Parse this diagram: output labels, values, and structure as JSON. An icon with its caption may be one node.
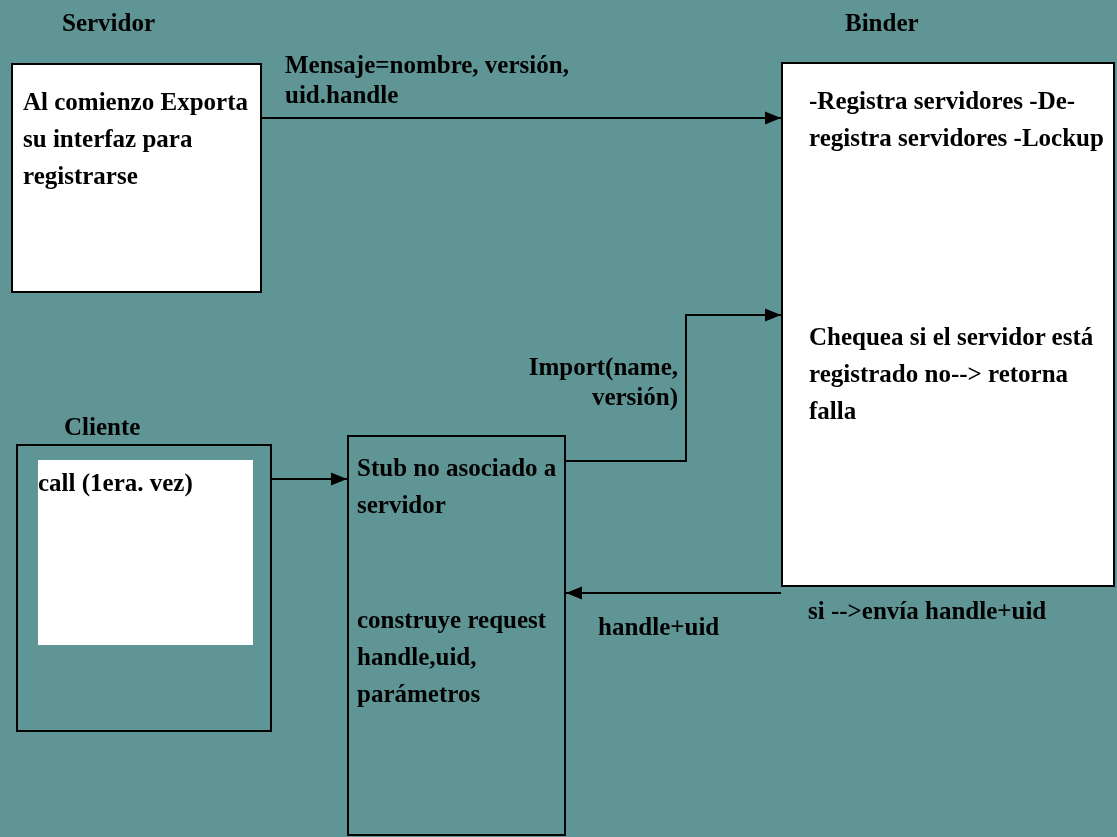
{
  "diagram": {
    "nodes": [
      {
        "text": [
          "Servidor",
          "Al comienzo Exporta su interfaz para registrarse"
        ]
      },
      {
        "text": [
          "Binder",
          "-Registra servidores -De-registra servidores -Lockup",
          "Chequea si el servidor está registrado no--> retorna falla"
        ],
        "beside": [
          "si -->envía handle+uid"
        ]
      },
      {
        "text": [
          "Cliente"
        ]
      },
      {
        "text": [
          "call (1era. vez)"
        ],
        "in": 2
      },
      {
        "text": [
          "Stub no asociado a servidor",
          "construye request handle,uid, parámetros"
        ]
      }
    ],
    "edges": [
      {
        "from": 0,
        "to": 1,
        "arrow": "to",
        "label": "Mensaje=nombre, versión, uid.handle"
      },
      {
        "from": 2,
        "to": 4,
        "arrow": "to"
      },
      {
        "from": 4,
        "to": 1,
        "arrow": "to",
        "label": "Import(name, versión)"
      },
      {
        "from": 1,
        "to": 4,
        "arrow": "to",
        "label": "handle+uid"
      }
    ]
  }
}
